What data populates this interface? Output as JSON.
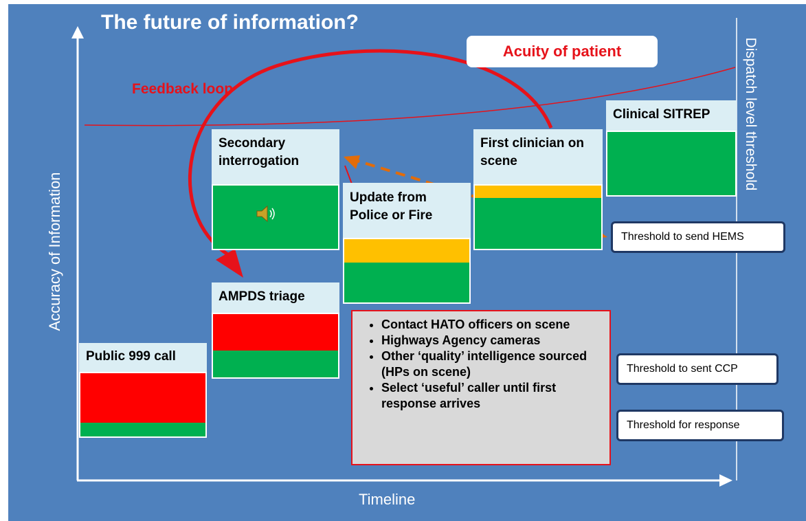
{
  "title": "The future of information?",
  "acuity_label": "Acuity of patient",
  "feedback_label": "Feedback loop",
  "axes": {
    "y_label": "Accuracy of Information",
    "x_label": "Timeline",
    "dispatch_label": "Dispatch level threshold"
  },
  "stages": [
    {
      "label": "Public 999 call",
      "levels": {
        "red": 0.78,
        "green": 0.22
      }
    },
    {
      "label": "AMPDS triage",
      "levels": {
        "red": 0.58,
        "green": 0.42
      }
    },
    {
      "label": "Secondary interrogation",
      "levels": {
        "green": 1.0
      }
    },
    {
      "label": "Update from Police or Fire",
      "levels": {
        "amber": 0.37,
        "green": 0.63
      }
    },
    {
      "label": "First clinician on scene",
      "levels": {
        "amber": 0.2,
        "green": 0.8
      }
    },
    {
      "label": "Clinical SITREP",
      "levels": {
        "green": 1.0
      }
    }
  ],
  "thresholds": [
    "Threshold to send HEMS",
    "Threshold to sent CCP",
    "Threshold for response"
  ],
  "info_items": [
    "Contact HATO officers on scene",
    "Highways Agency cameras",
    "Other ‘quality’ intelligence sourced (HPs on scene)",
    "Select ‘useful’ caller until first response arrives"
  ],
  "colors": {
    "background": "#4f81bd",
    "red": "#ff0000",
    "green": "#00b050",
    "amber": "#ffc000",
    "label_fill": "#dbeef4",
    "accent_red": "#e6121a",
    "arrow_orange": "#e36c09"
  },
  "icons": {
    "speaker": "speaker-icon"
  }
}
